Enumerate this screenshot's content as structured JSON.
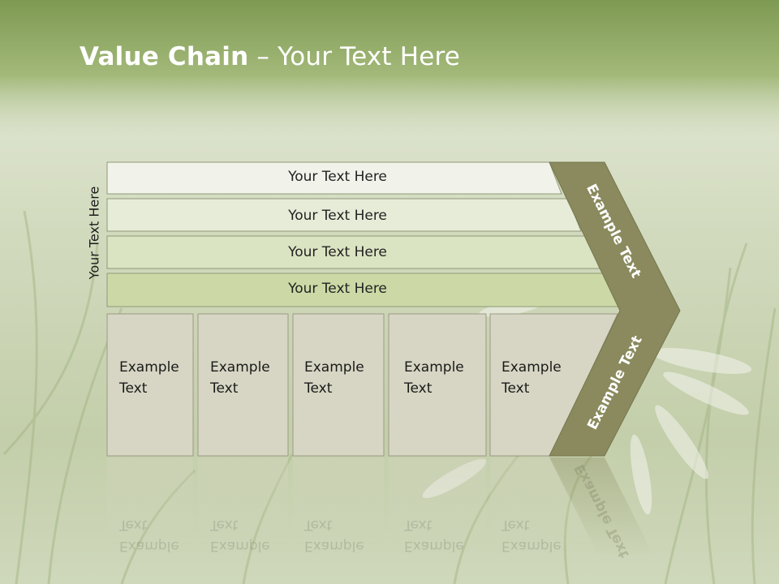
{
  "slide": {
    "title_bold": "Value Chain",
    "title_rest": " – Your Text Here",
    "side_label": "Your Text Here"
  },
  "bars": [
    {
      "label": "Your Text Here"
    },
    {
      "label": "Your Text Here"
    },
    {
      "label": "Your Text Here"
    },
    {
      "label": "Your Text Here"
    }
  ],
  "boxes": [
    {
      "line1": "Example",
      "line2": "Text"
    },
    {
      "line1": "Example",
      "line2": "Text"
    },
    {
      "line1": "Example",
      "line2": "Text"
    },
    {
      "line1": "Example",
      "line2": "Text"
    },
    {
      "line1": "Example",
      "line2": "Text"
    }
  ],
  "chevron": {
    "upper_label": "Example Text",
    "lower_label": "Example Text"
  },
  "colors": {
    "header_green": "#8fa86a",
    "chevron_olive": "#8a8a5e",
    "bar_light": "#f1f3ea",
    "bar_dark": "#ccd9a6",
    "box_fill": "#d7d6c4"
  }
}
